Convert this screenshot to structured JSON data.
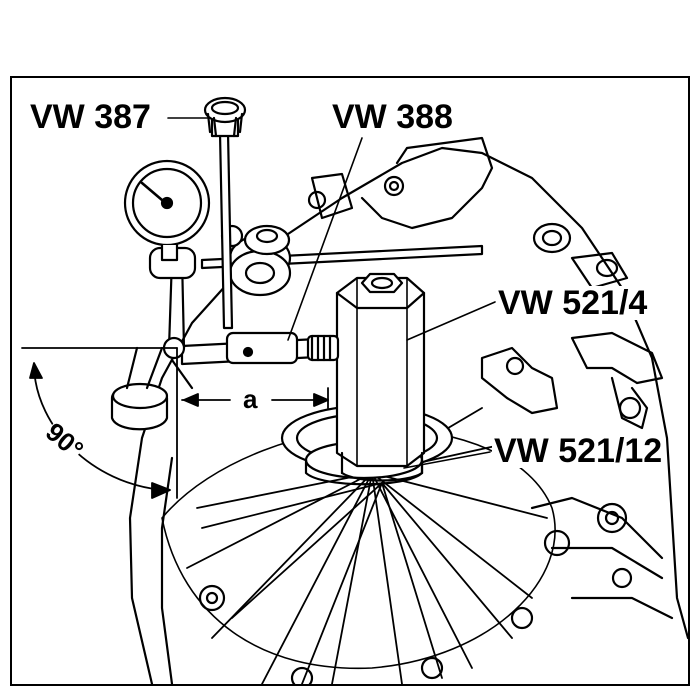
{
  "labels": {
    "vw387": "VW 387",
    "vw388": "VW 388",
    "vw521_4": "VW 521/4",
    "vw521_12": "VW 521/12",
    "dimension_a": "a",
    "angle": "90°"
  },
  "colors": {
    "line": "#000000",
    "fill": "#ffffff",
    "shade": "#d9d9d9"
  }
}
